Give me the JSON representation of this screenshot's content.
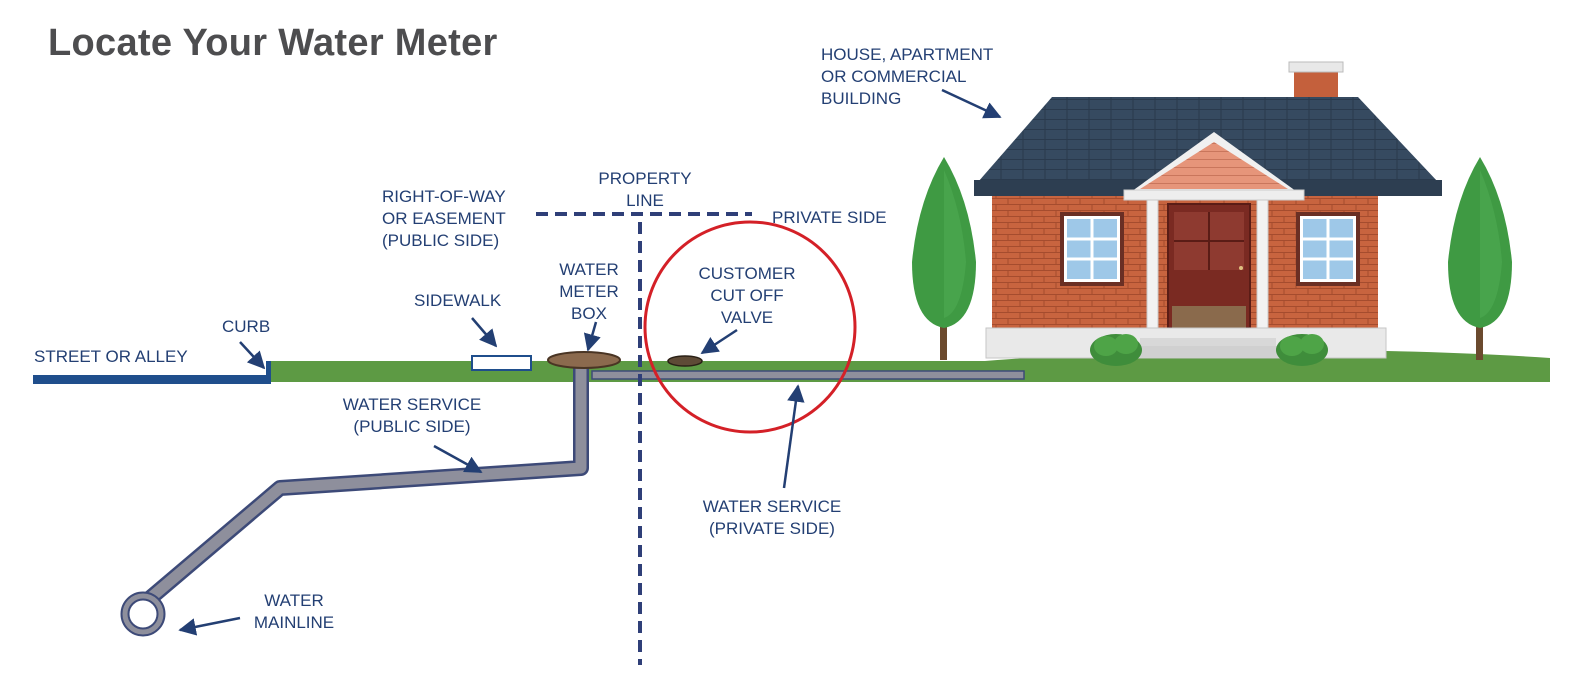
{
  "title": "Locate Your Water Meter",
  "labels": {
    "house": [
      "HOUSE, APARTMENT",
      "OR COMMERCIAL",
      "BUILDING"
    ],
    "property_line": [
      "PROPERTY",
      "LINE"
    ],
    "right_of_way": [
      "RIGHT-OF-WAY",
      "OR EASEMENT",
      "(PUBLIC SIDE)"
    ],
    "private_side": "PRIVATE SIDE",
    "water_meter_box": [
      "WATER",
      "METER",
      "BOX"
    ],
    "customer_valve": [
      "CUSTOMER",
      "CUT OFF",
      "VALVE"
    ],
    "sidewalk": "SIDEWALK",
    "curb": "CURB",
    "street": "STREET OR ALLEY",
    "service_public": [
      "WATER SERVICE",
      "(PUBLIC SIDE)"
    ],
    "service_private": [
      "WATER SERVICE",
      "(PRIVATE SIDE)"
    ],
    "mainline": [
      "WATER",
      "MAINLINE"
    ]
  },
  "colors": {
    "label": "#233f73",
    "title": "#4d4d4f",
    "grass": "#5d9a44",
    "street": "#1f4e8c",
    "pipe": "#8e8f9c",
    "pipe_outline": "#3d4a78",
    "property_line": "#2f3f78",
    "highlight_circle": "#d42027",
    "brick": "#c4603c",
    "roof": "#34485e",
    "tree": "#3f9a43",
    "door": "#7a2a22",
    "meter_lid": "#8b6a4e"
  }
}
